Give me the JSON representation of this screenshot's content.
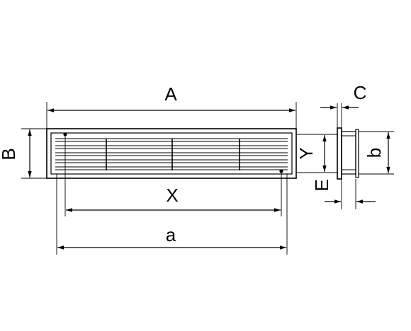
{
  "diagram": {
    "labels": {
      "A": "A",
      "B": "B",
      "X": "X",
      "a": "a",
      "C": "C",
      "Y": "Y",
      "b": "b",
      "E": "E"
    },
    "colors": {
      "stroke": "#000000",
      "background": "#ffffff"
    }
  }
}
